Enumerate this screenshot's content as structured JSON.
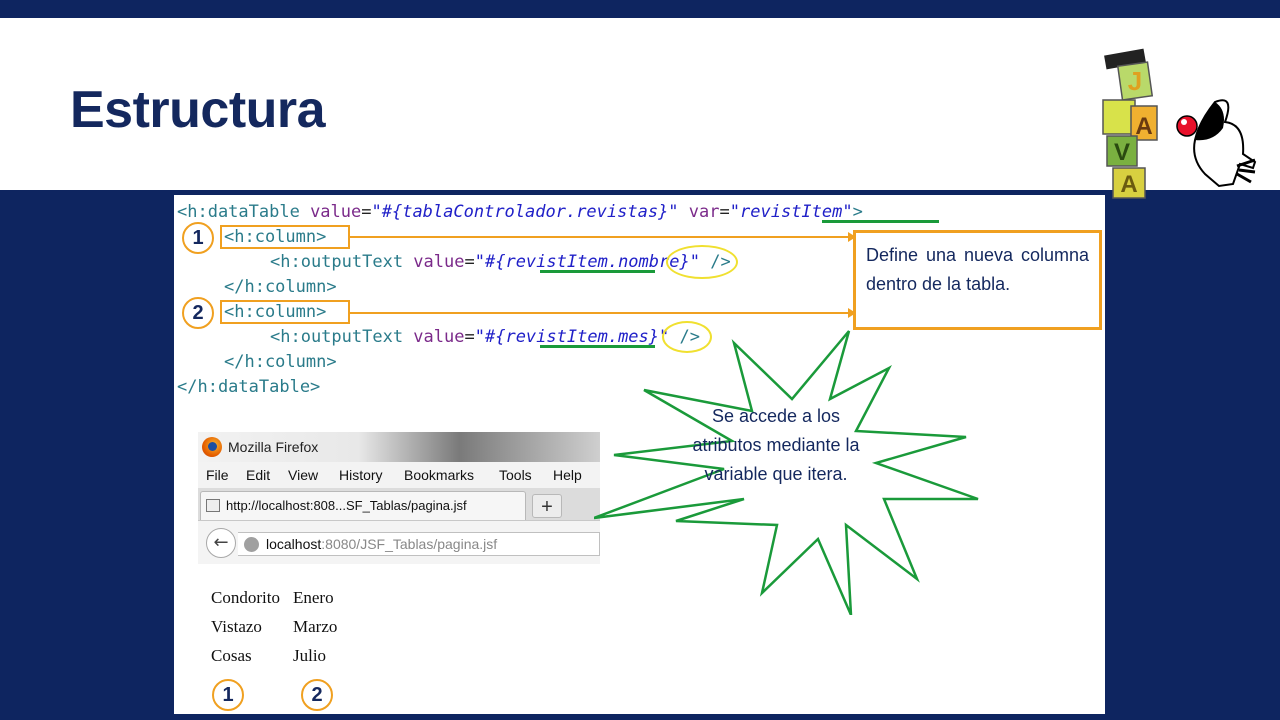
{
  "slide": {
    "title": "Estructura",
    "logo_letters": [
      "J",
      "A",
      "V",
      "A"
    ],
    "colors": {
      "navy": "#0e2560",
      "title": "#14285e",
      "orange": "#f0a020",
      "green": "#1a9a3a",
      "yellow": "#f0e030"
    }
  },
  "code": {
    "line1": {
      "open": "<h:dataTable ",
      "attr1": "value",
      "eq1": "=",
      "val1": "\"#{tablaControlador.revistas}\"",
      "sp": " ",
      "attr2": "var",
      "eq2": "=",
      "val2_q1": "\"",
      "val2": "revistItem",
      "val2_q2": "\"",
      "close": ">"
    },
    "line2": {
      "text": "<h:column>"
    },
    "line3": {
      "open": "<h:outputText ",
      "attr": "value",
      "eq": "=",
      "q1": "\"#{",
      "var": "revistItem",
      "dot": ".",
      "prop": "nombre",
      "q2": "}\"",
      "close": " />"
    },
    "line4": {
      "text": "</h:column>"
    },
    "line5": {
      "text": "<h:column>"
    },
    "line6": {
      "open": "<h:outputText ",
      "attr": "value",
      "eq": "=",
      "q1": "\"#{",
      "var": "revistItem",
      "dot": ".",
      "prop": "mes",
      "q2": "}\"",
      "close": " />"
    },
    "line7": {
      "text": "</h:column>"
    },
    "line8": {
      "text": "</h:dataTable>"
    }
  },
  "markers": {
    "one": "1",
    "two": "2"
  },
  "callouts": {
    "box": "Define una nueva columna dentro de la tabla.",
    "star": "Se accede a los atributos mediante la variable que itera."
  },
  "browser": {
    "window_title": "Mozilla Firefox",
    "menu": [
      "File",
      "Edit",
      "View",
      "History",
      "Bookmarks",
      "Tools",
      "Help"
    ],
    "tab_title": "http://localhost:808...SF_Tablas/pagina.jsf",
    "new_tab": "+",
    "back": "←",
    "url_host": "localhost",
    "url_rest": ":8080/JSF_Tablas/pagina.jsf"
  },
  "output_table": {
    "rows": [
      [
        "Condorito",
        "Enero"
      ],
      [
        "Vistazo",
        "Marzo"
      ],
      [
        "Cosas",
        "Julio"
      ]
    ],
    "column_markers": [
      "1",
      "2"
    ]
  }
}
